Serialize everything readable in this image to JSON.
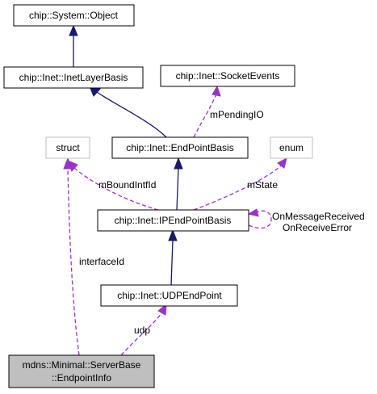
{
  "nodes": {
    "system_object": "chip::System::Object",
    "inet_layer_basis": "chip::Inet::InetLayerBasis",
    "socket_events": "chip::Inet::SocketEvents",
    "struct": "struct",
    "endpoint_basis": "chip::Inet::EndPointBasis",
    "enum": "enum",
    "ip_endpoint_basis": "chip::Inet::IPEndPointBasis",
    "udp_endpoint": "chip::Inet::UDPEndPoint",
    "endpoint_info_line1": "mdns::Minimal::ServerBase",
    "endpoint_info_line2": "::EndpointInfo"
  },
  "edge_labels": {
    "pending_io": "mPendingIO",
    "bound_intf_id": "mBoundIntfId",
    "state": "mState",
    "on_message_received": "OnMessageReceived",
    "on_receive_error": "OnReceiveError",
    "interface_id": "interfaceId",
    "udp": "udp"
  },
  "colors": {
    "inheritance": "#191970",
    "usage": "#9a32cd",
    "focus_fill": "#bfbfbf",
    "dim_border": "#bfbfbf"
  }
}
